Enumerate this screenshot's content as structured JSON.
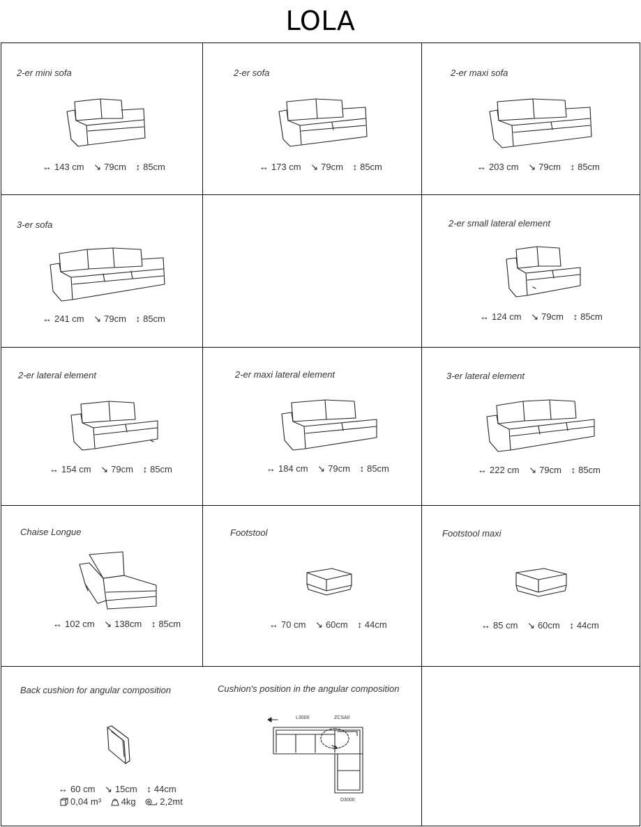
{
  "page_title": "LOLA",
  "items": [
    {
      "label": "2-er mini sofa",
      "w": "143 cm",
      "d": "79cm",
      "h": "85cm"
    },
    {
      "label": "2-er sofa",
      "w": "173 cm",
      "d": "79cm",
      "h": "85cm"
    },
    {
      "label": "2-er maxi sofa",
      "w": "203 cm",
      "d": "79cm",
      "h": "85cm"
    },
    {
      "label": "3-er sofa",
      "w": "241 cm",
      "d": "79cm",
      "h": "85cm"
    },
    {
      "label": "2-er small lateral element",
      "w": "124 cm",
      "d": "79cm",
      "h": "85cm"
    },
    {
      "label": "2-er lateral element",
      "w": "154 cm",
      "d": "79cm",
      "h": "85cm"
    },
    {
      "label": "2-er maxi lateral element",
      "w": "184 cm",
      "d": "79cm",
      "h": "85cm"
    },
    {
      "label": "3-er lateral element",
      "w": "222 cm",
      "d": "79cm",
      "h": "85cm"
    },
    {
      "label": "Chaise Longue",
      "w": "102 cm",
      "d": "138cm",
      "h": "85cm"
    },
    {
      "label": "Footstool",
      "w": "70 cm",
      "d": "60cm",
      "h": "44cm"
    },
    {
      "label": "Footstool maxi",
      "w": "85 cm",
      "d": "60cm",
      "h": "44cm"
    }
  ],
  "back_cushion": {
    "label": "Back cushion for angular composition",
    "w": "60 cm",
    "d": "15cm",
    "h": "44cm",
    "volume": "0,04 m³",
    "weight": "4kg",
    "fabric": "2,2mt"
  },
  "angular": {
    "label": "Cushion's position in the angular composition",
    "code_left": "L3000",
    "code_right": "ZCSA0",
    "code_bottom": "D3000"
  },
  "icons": {
    "width": "↔",
    "depth": "↘",
    "height": "↕",
    "volume": "cube-icon",
    "weight": "weight-icon",
    "fabric": "fabric-roll-icon"
  }
}
